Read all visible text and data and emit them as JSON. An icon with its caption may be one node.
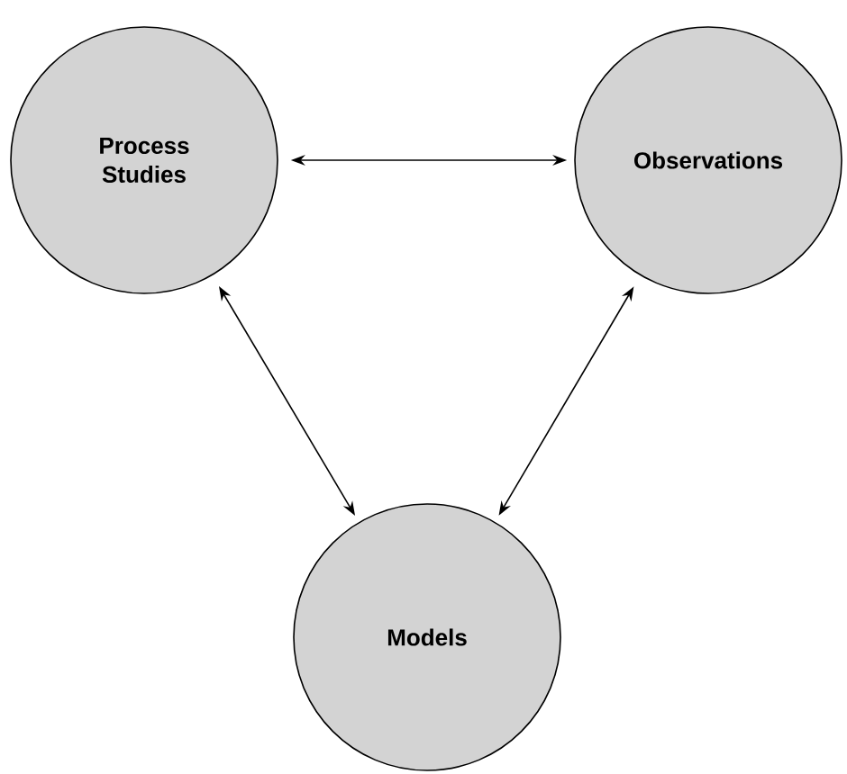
{
  "diagram": {
    "nodes": [
      {
        "text": [
          "Process Studies"
        ]
      },
      {
        "text": [
          "Observations"
        ]
      },
      {
        "text": [
          "Models"
        ]
      }
    ],
    "edges": [
      {
        "from": 0,
        "to": 1,
        "arrow": "both"
      },
      {
        "from": 0,
        "to": 2,
        "arrow": "both"
      },
      {
        "from": 1,
        "to": 2,
        "arrow": "both"
      }
    ]
  }
}
